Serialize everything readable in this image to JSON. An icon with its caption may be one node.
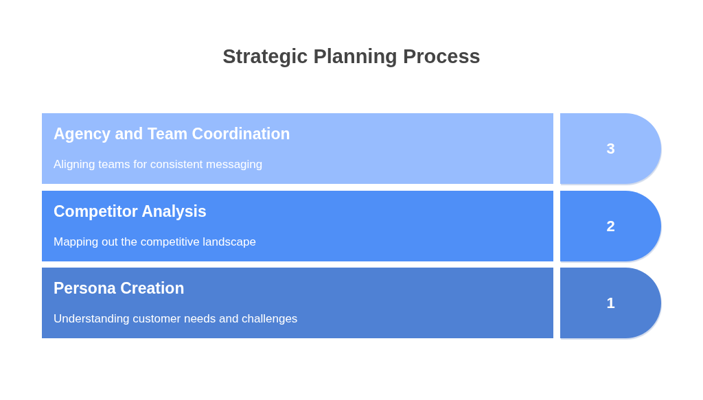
{
  "diagram": {
    "title": "Strategic Planning Process",
    "nodes": [
      {
        "text": [
          "Agency and Team Coordination",
          "Aligning teams for consistent messaging"
        ]
      },
      {
        "text": [
          "3"
        ]
      },
      {
        "text": [
          "Competitor Analysis",
          "Mapping out the competitive landscape"
        ]
      },
      {
        "text": [
          "2"
        ]
      },
      {
        "text": [
          "Persona Creation",
          "Understanding customer needs and challenges"
        ]
      },
      {
        "text": [
          "1"
        ]
      }
    ]
  }
}
